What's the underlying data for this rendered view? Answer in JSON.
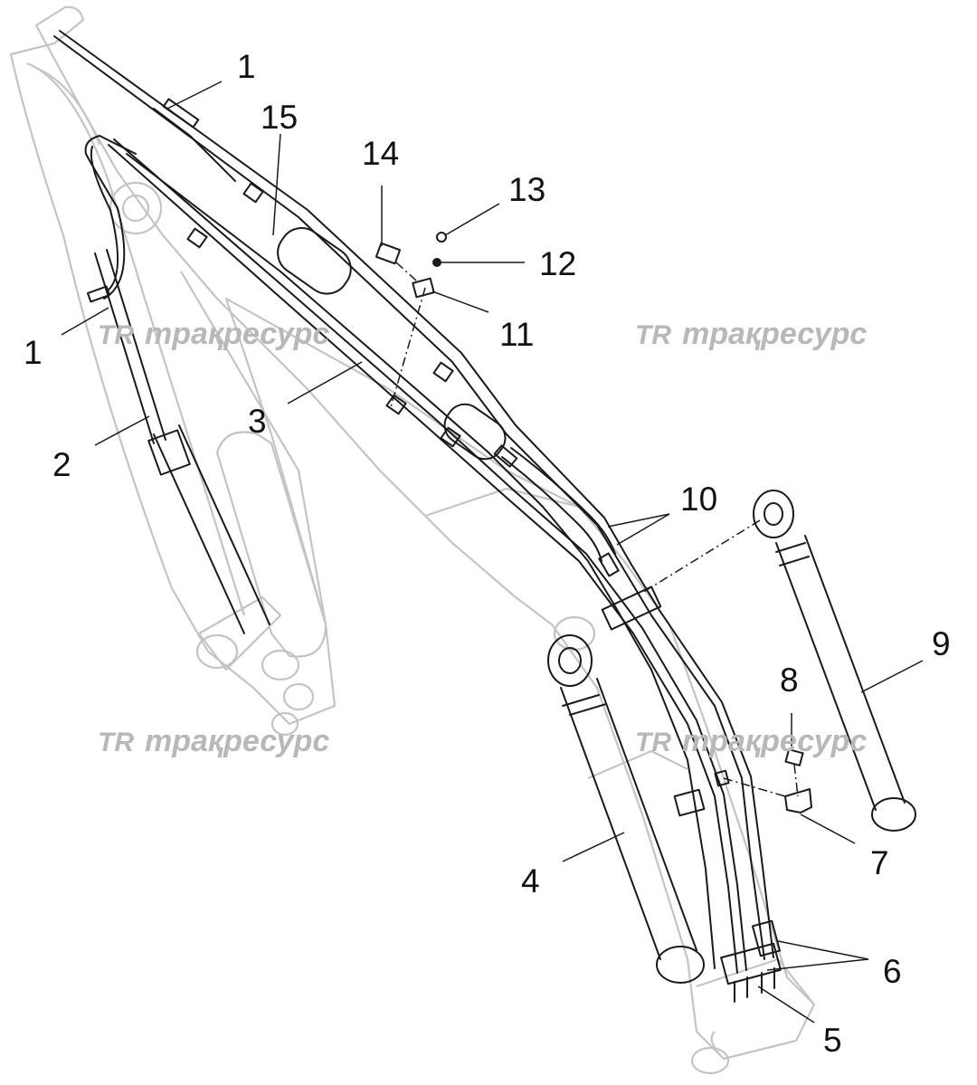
{
  "watermark": {
    "text": "трақресурс",
    "logo": "TR",
    "color": "#b8b8b8"
  },
  "colors": {
    "line": "#1a1a1a",
    "ghost": "#c8c8c8"
  },
  "callouts": [
    {
      "id": "c1a",
      "label": "1"
    },
    {
      "id": "c1b",
      "label": "1"
    },
    {
      "id": "c2",
      "label": "2"
    },
    {
      "id": "c3",
      "label": "3"
    },
    {
      "id": "c4",
      "label": "4"
    },
    {
      "id": "c5",
      "label": "5"
    },
    {
      "id": "c6",
      "label": "6"
    },
    {
      "id": "c7",
      "label": "7"
    },
    {
      "id": "c8",
      "label": "8"
    },
    {
      "id": "c9",
      "label": "9"
    },
    {
      "id": "c10",
      "label": "10"
    },
    {
      "id": "c11",
      "label": "11"
    },
    {
      "id": "c12",
      "label": "12"
    },
    {
      "id": "c13",
      "label": "13"
    },
    {
      "id": "c14",
      "label": "14"
    },
    {
      "id": "c15",
      "label": "15"
    }
  ]
}
